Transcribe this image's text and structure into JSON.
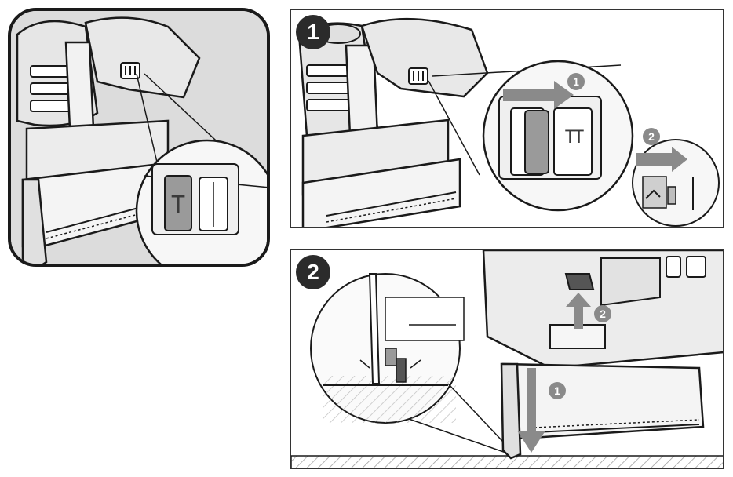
{
  "panels": {
    "left": {
      "switch_symbol": "T"
    },
    "step1": {
      "badge": "1",
      "callout_1": "1",
      "callout_2": "2",
      "switch_symbol": "TT"
    },
    "step2": {
      "badge": "2",
      "callout_1": "1",
      "callout_2": "2"
    }
  },
  "colors": {
    "outline": "#1a1a1a",
    "tool_gray": "#d9d9d9",
    "switch_gray": "#9a9a9a",
    "badge": "#2b2b2b",
    "callout": "#8a8a8a"
  },
  "icons": [
    "nailer-tool",
    "selector-switch",
    "magnifier-callout",
    "arrow-right",
    "arrow-up",
    "arrow-down",
    "work-surface"
  ]
}
